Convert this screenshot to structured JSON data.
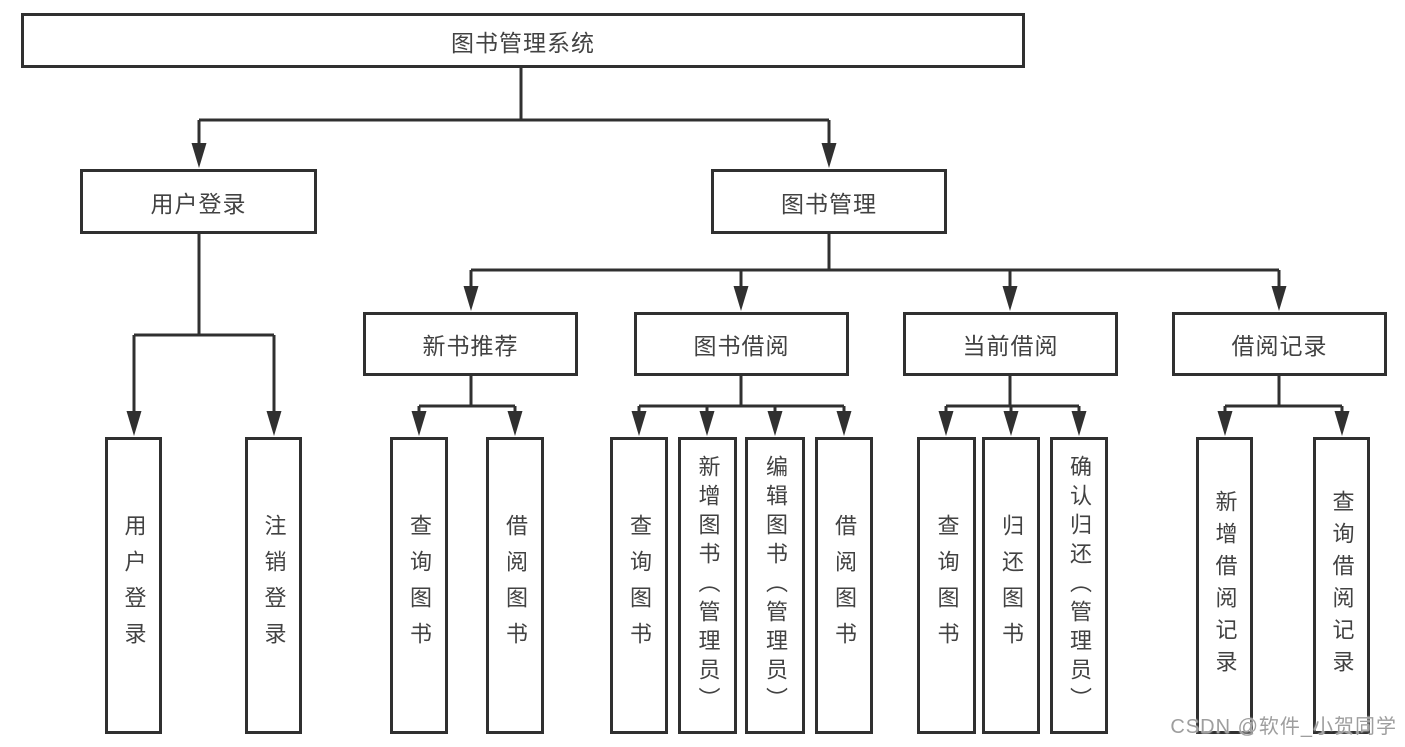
{
  "diagram": {
    "root": {
      "label": "图书管理系统"
    },
    "level2": {
      "user_login": {
        "label": "用户登录"
      },
      "book_management": {
        "label": "图书管理"
      }
    },
    "level3": {
      "new_book_recommend": {
        "label": "新书推荐"
      },
      "book_borrow": {
        "label": "图书借阅"
      },
      "current_borrow": {
        "label": "当前借阅"
      },
      "borrow_record": {
        "label": "借阅记录"
      }
    },
    "leaves": {
      "user_login": {
        "label": "用户登录"
      },
      "logout": {
        "label": "注销登录"
      },
      "recommend_query_book": {
        "label": "查询图书"
      },
      "recommend_borrow_book": {
        "label": "借阅图书"
      },
      "borrow_query_book": {
        "label": "查询图书"
      },
      "add_book": {
        "label": "新增图书（管理员）"
      },
      "edit_book": {
        "label": "编辑图书（管理员）"
      },
      "borrow_borrow_book": {
        "label": "借阅图书"
      },
      "current_query_book": {
        "label": "查询图书"
      },
      "return_book": {
        "label": "归还图书"
      },
      "confirm_return": {
        "label": "确认归还（管理员）"
      },
      "record_add": {
        "label": "新增借阅记录"
      },
      "record_query": {
        "label": "查询借阅记录"
      }
    },
    "hierarchy": {
      "图书管理系统": [
        "用户登录",
        "图书管理"
      ],
      "用户登录": [
        "用户登录",
        "注销登录"
      ],
      "图书管理": [
        "新书推荐",
        "图书借阅",
        "当前借阅",
        "借阅记录"
      ],
      "新书推荐": [
        "查询图书",
        "借阅图书"
      ],
      "图书借阅": [
        "查询图书",
        "新增图书（管理员）",
        "编辑图书（管理员）",
        "借阅图书"
      ],
      "当前借阅": [
        "查询图书",
        "归还图书",
        "确认归还（管理员）"
      ],
      "借阅记录": [
        "新增借阅记录",
        "查询借阅记录"
      ]
    }
  },
  "watermark": {
    "text": "CSDN @软件_小贺同学"
  },
  "colors": {
    "line": "#303030",
    "text": "#424242",
    "background": "#ffffff",
    "watermark": "#9e9e9e"
  }
}
